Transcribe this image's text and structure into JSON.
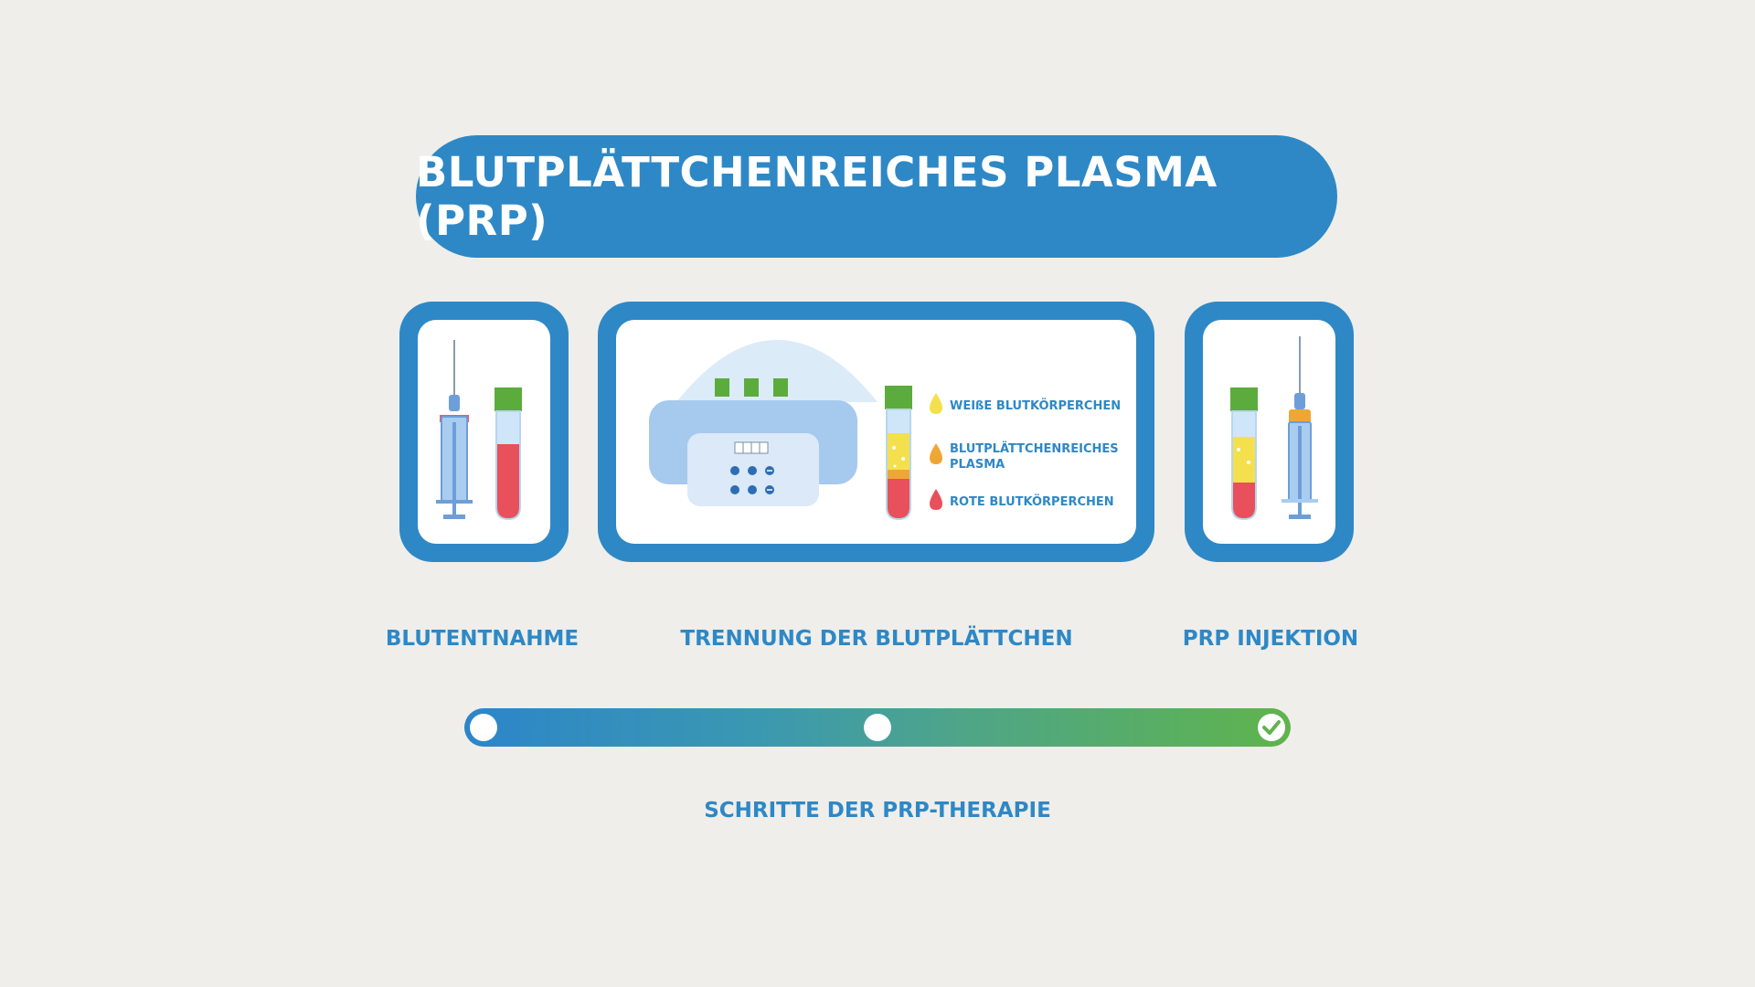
{
  "title": "BLUTPLÄTTCHENREICHES PLASMA (PRP)",
  "steps": [
    {
      "label": "BLUTENTNAHME"
    },
    {
      "label": "TRENNUNG DER BLUTPLÄTTCHEN"
    },
    {
      "label": "PRP INJEKTION"
    }
  ],
  "legend": {
    "item1": "WEIßE BLUTKÖRPERCHEN",
    "item2_line1": "BLUTPLÄTTCHENREICHES",
    "item2_line2": "PLASMA",
    "item3": "ROTE BLUTKÖRPERCHEN"
  },
  "caption": "SCHRITTE DER PRP-THERAPIE",
  "progress": {
    "completed_steps": 3,
    "total_steps": 3
  },
  "colors": {
    "primary_blue": "#2e88c6",
    "green": "#5fb44c",
    "red_blood": "#e8505b",
    "yellow_plasma": "#f4e04d",
    "orange_platelet": "#eea735",
    "background": "#efeeea"
  },
  "icons": [
    "syringe-icon",
    "test-tube-icon",
    "centrifuge-icon",
    "checkmark-icon",
    "drop-icon"
  ]
}
